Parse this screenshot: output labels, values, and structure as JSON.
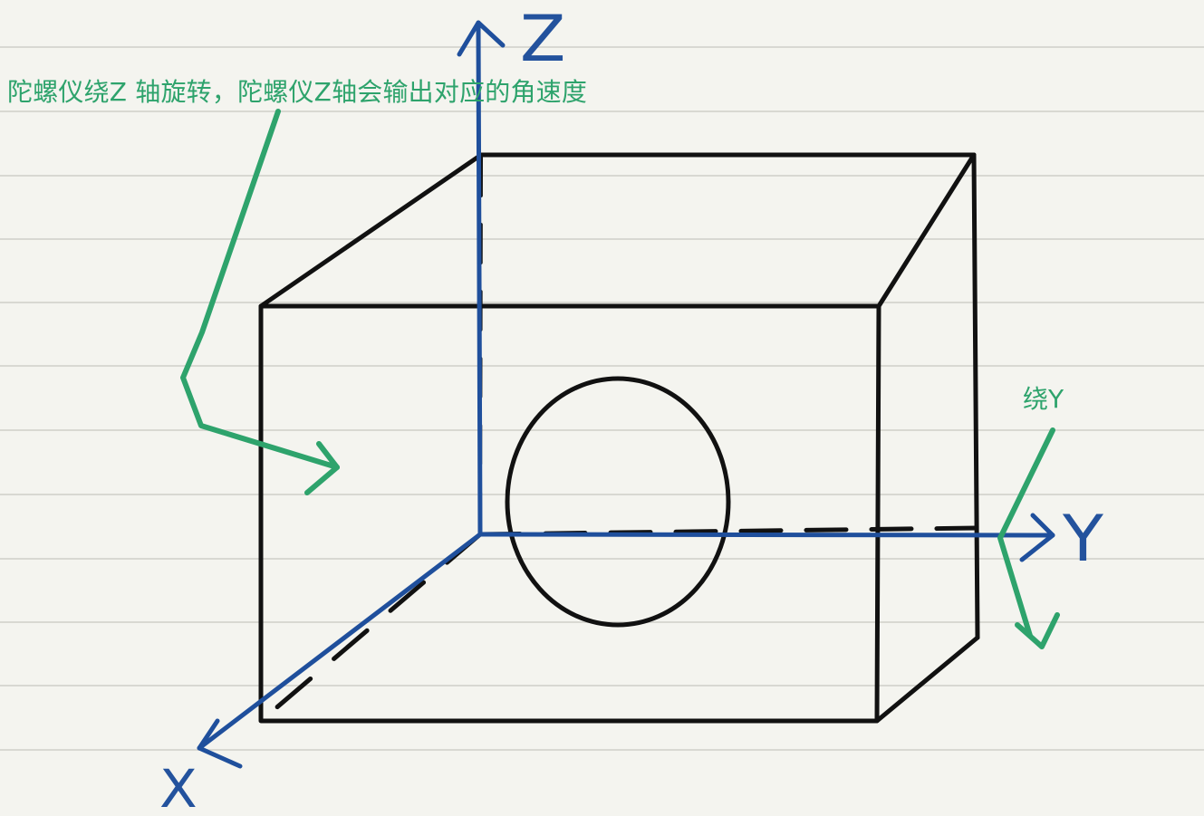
{
  "colors": {
    "paper": "#f4f4ef",
    "rule_line": "#d8d8d2",
    "outline": "#111111",
    "axis": "#1f4f9c",
    "annotation": "#2ea36c"
  },
  "labels": {
    "z_axis": "Z",
    "y_axis": "Y",
    "x_axis": "X",
    "rotation_note_z": "陀螺仪绕Z 轴旋转，陀螺仪Z轴会输出对应的角速度",
    "rotation_note_y": "绕Y"
  }
}
